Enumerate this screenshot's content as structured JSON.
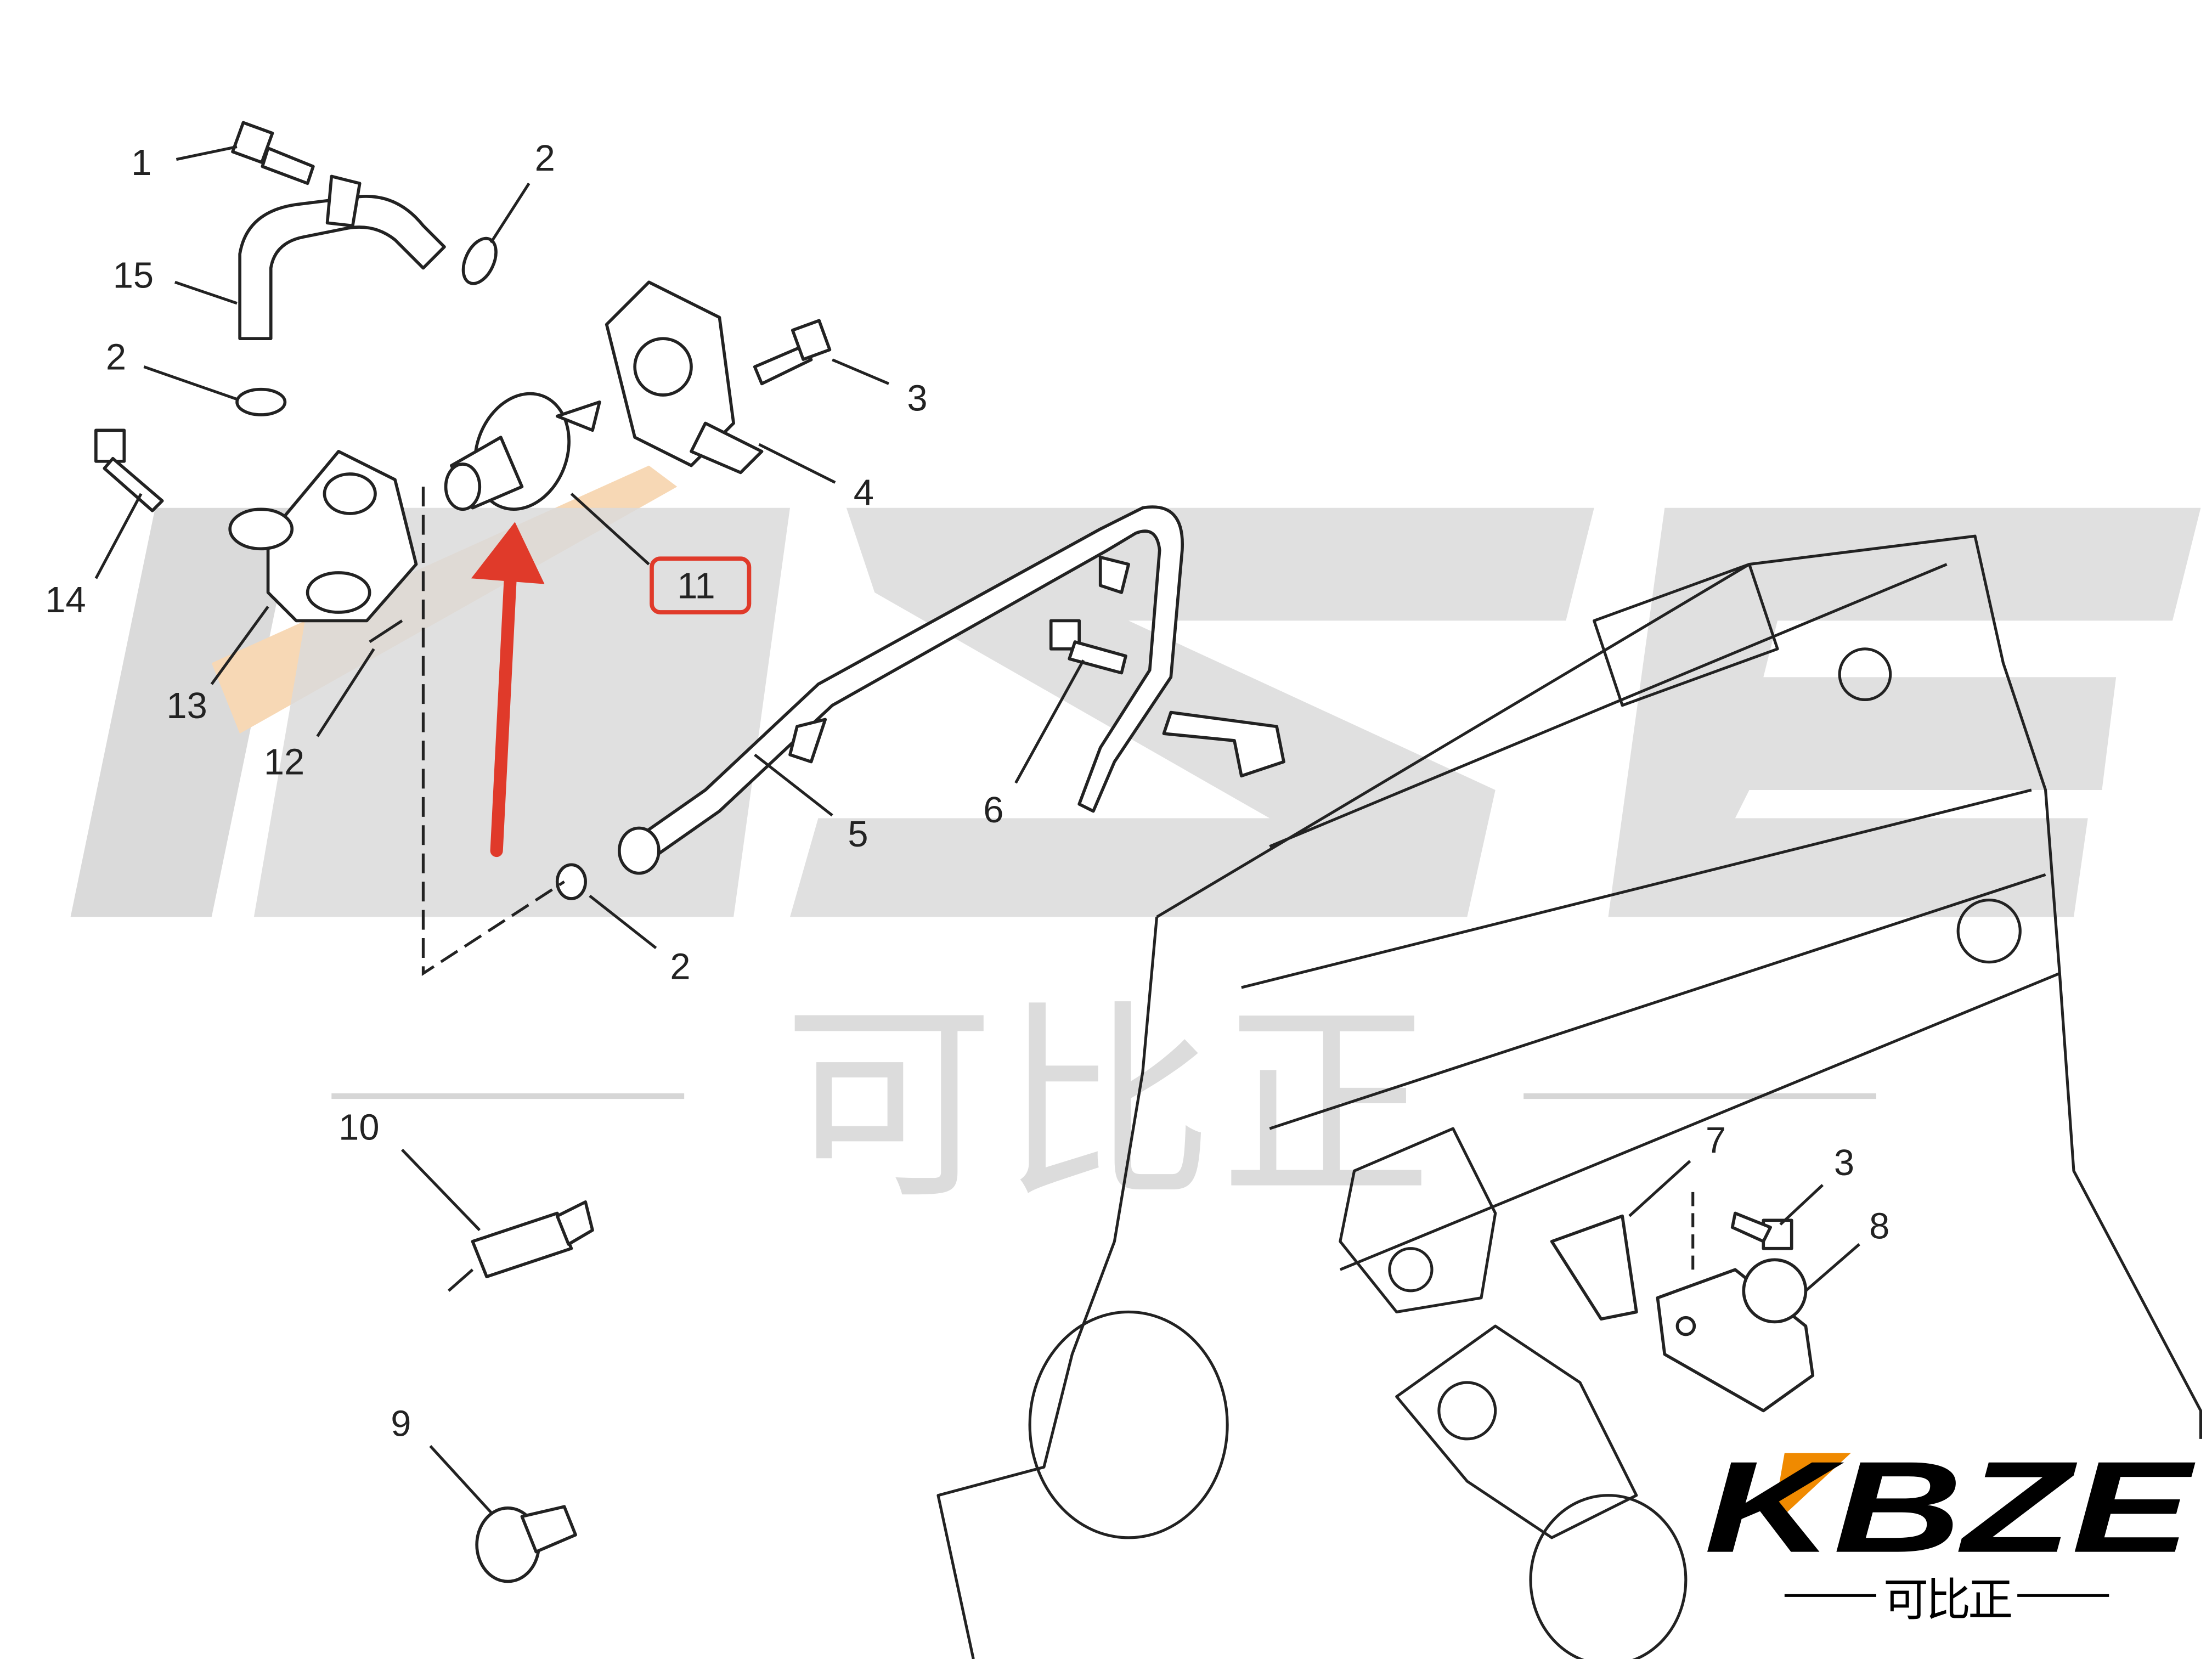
{
  "diagram": {
    "callouts": [
      {
        "id": "c1",
        "text": "1"
      },
      {
        "id": "c2a",
        "text": "2"
      },
      {
        "id": "c15",
        "text": "15"
      },
      {
        "id": "c2b",
        "text": "2"
      },
      {
        "id": "c3a",
        "text": "3"
      },
      {
        "id": "c4",
        "text": "4"
      },
      {
        "id": "c14",
        "text": "14"
      },
      {
        "id": "c11",
        "text": "11",
        "highlighted": true
      },
      {
        "id": "c13",
        "text": "13"
      },
      {
        "id": "c12",
        "text": "12"
      },
      {
        "id": "c5",
        "text": "5"
      },
      {
        "id": "c6",
        "text": "6"
      },
      {
        "id": "c2c",
        "text": "2"
      },
      {
        "id": "c10",
        "text": "10"
      },
      {
        "id": "c7",
        "text": "7"
      },
      {
        "id": "c3b",
        "text": "3"
      },
      {
        "id": "c8",
        "text": "8"
      },
      {
        "id": "c9",
        "text": "9"
      }
    ],
    "highlight_color": "#e03a2a",
    "accent_color": "#f08a00"
  },
  "watermark": {
    "brand": "KBZE",
    "chinese": "可比正"
  },
  "logo": {
    "brand": "KBZE",
    "chinese": "可比正"
  }
}
